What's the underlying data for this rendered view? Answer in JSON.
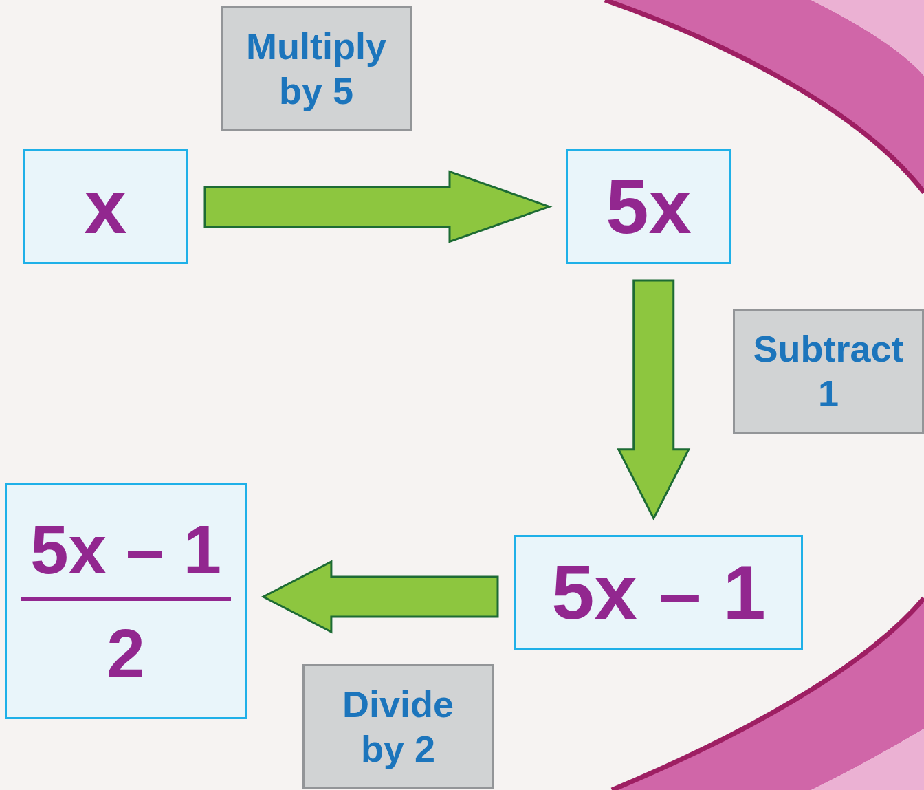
{
  "diagram": {
    "nodes": [
      {
        "text": [
          "Multiply by 5"
        ]
      },
      {
        "text": [
          "x"
        ]
      },
      {
        "text": [
          "5x"
        ]
      },
      {
        "text": [
          "Subtract 1"
        ]
      },
      {
        "text": [
          "5x – 1",
          "2"
        ]
      },
      {
        "text": [
          "5x – 1"
        ]
      },
      {
        "text": [
          "Divide by 2"
        ]
      }
    ],
    "edges": [
      {
        "from": 1,
        "to": 2,
        "arrow": "to"
      },
      {
        "from": 2,
        "to": 5,
        "arrow": "to"
      },
      {
        "from": 5,
        "to": 4,
        "arrow": "to"
      }
    ]
  }
}
